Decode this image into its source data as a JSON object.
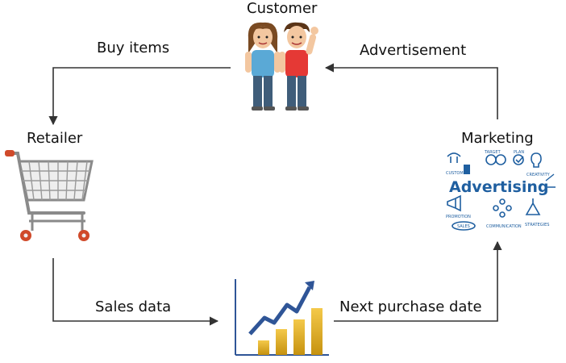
{
  "nodes": {
    "customer": "Customer",
    "retailer": "Retailer",
    "marketing": "Marketing"
  },
  "edges": {
    "buy_items": "Buy items",
    "advertisement": "Advertisement",
    "sales_data": "Sales data",
    "next_purchase_date": "Next purchase date"
  },
  "colors": {
    "line": "#333333",
    "girl_shirt": "#5aa9d6",
    "boy_shirt": "#e53935",
    "pants": "#3f5d7a",
    "hair": "#7a4a22",
    "skin": "#f3c7a0",
    "cart": "#8a8a8a",
    "cart_wheel": "#d04a2a",
    "bar_gold": "#e3b21c",
    "trend_line": "#2f5597",
    "ad_blue": "#1f5fa0"
  },
  "icons": {
    "customer": "two-people-waving-icon",
    "retailer": "shopping-cart-icon",
    "analytics": "rising-bar-chart-icon",
    "marketing": "advertising-collage-icon"
  },
  "marketing_collage": {
    "headline": "Advertising",
    "words": [
      "CUSTOMER",
      "TARGET",
      "PLAN",
      "CREATIVITY",
      "PROMOTION",
      "SALES",
      "COMMUNICATION",
      "STRATEGIES"
    ]
  }
}
